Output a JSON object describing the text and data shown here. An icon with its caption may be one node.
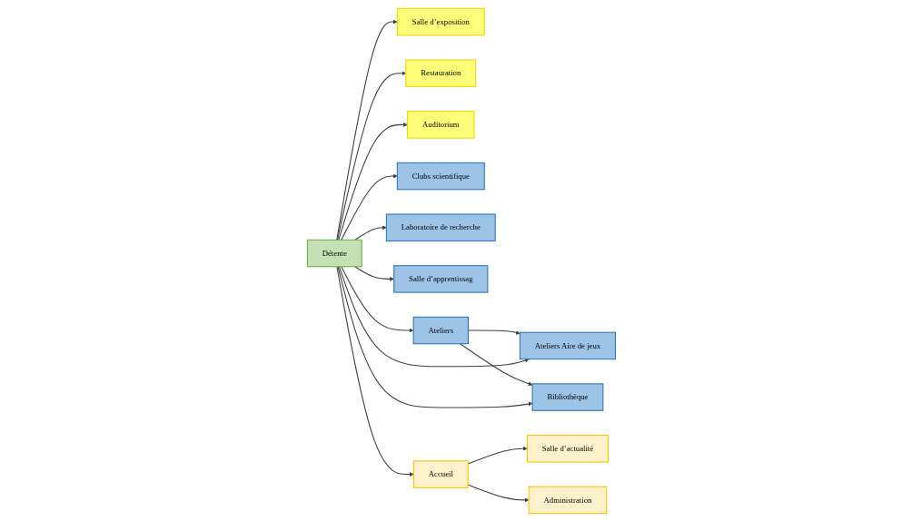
{
  "diagram": {
    "nodes": [
      {
        "text": [
          "Ateliers Aire de jeux"
        ]
      },
      {
        "text": [
          "Ateliers"
        ]
      },
      {
        "text": [
          "Bibliothèque"
        ]
      },
      {
        "text": [
          "Salle d’exposition"
        ]
      },
      {
        "text": [
          "Clubs scientifique"
        ]
      },
      {
        "text": [
          "Restauration"
        ]
      },
      {
        "text": [
          "Détente"
        ]
      },
      {
        "text": [
          "Laboratoire de recherche"
        ]
      },
      {
        "text": [
          "Auditorium"
        ]
      },
      {
        "text": [
          "Salle d’apprentissag"
        ]
      },
      {
        "text": [
          "Salle d’actualité"
        ]
      },
      {
        "text": [
          "Accueil"
        ]
      },
      {
        "text": [
          "Administration"
        ]
      }
    ],
    "edges": [
      {
        "from": 1,
        "to": 0,
        "arrow": "to"
      },
      {
        "from": 1,
        "to": 2,
        "arrow": "to"
      },
      {
        "from": 6,
        "to": 1,
        "arrow": "to"
      },
      {
        "from": 6,
        "to": 0,
        "arrow": "to"
      },
      {
        "from": 6,
        "to": 3,
        "arrow": "to"
      },
      {
        "from": 6,
        "to": 5,
        "arrow": "to"
      },
      {
        "from": 6,
        "to": 8,
        "arrow": "to"
      },
      {
        "from": 6,
        "to": 2,
        "arrow": "to"
      },
      {
        "from": 6,
        "to": 4,
        "arrow": "to"
      },
      {
        "from": 6,
        "to": 7,
        "arrow": "to"
      },
      {
        "from": 6,
        "to": 9,
        "arrow": "to"
      },
      {
        "from": 6,
        "to": 11,
        "arrow": "to"
      },
      {
        "from": 11,
        "to": 10,
        "arrow": "to"
      },
      {
        "from": 11,
        "to": 12,
        "arrow": "to"
      }
    ]
  }
}
